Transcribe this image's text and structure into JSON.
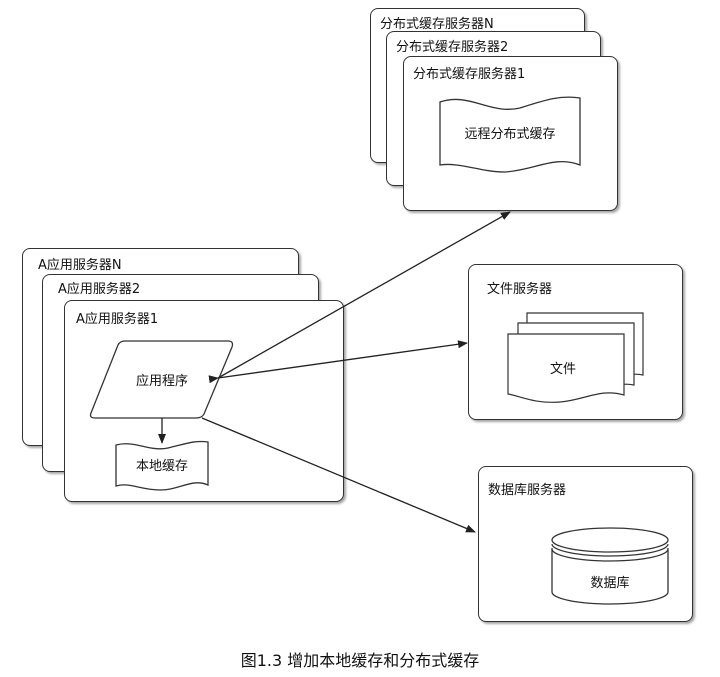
{
  "diagram": {
    "distributed_cache_servers": [
      "分布式缓存服务器N",
      "分布式缓存服务器2",
      "分布式缓存服务器1"
    ],
    "remote_cache": "远程分布式缓存",
    "app_servers": [
      "A应用服务器N",
      "A应用服务器2",
      "A应用服务器1"
    ],
    "application": "应用程序",
    "local_cache": "本地缓存",
    "file_server": "文件服务器",
    "files": "文件",
    "db_server": "数据库服务器",
    "database": "数据库",
    "colors": {
      "stroke": "#333333",
      "background": "#ffffff",
      "text": "#111111"
    }
  },
  "caption": "图1.3 增加本地缓存和分布式缓存"
}
